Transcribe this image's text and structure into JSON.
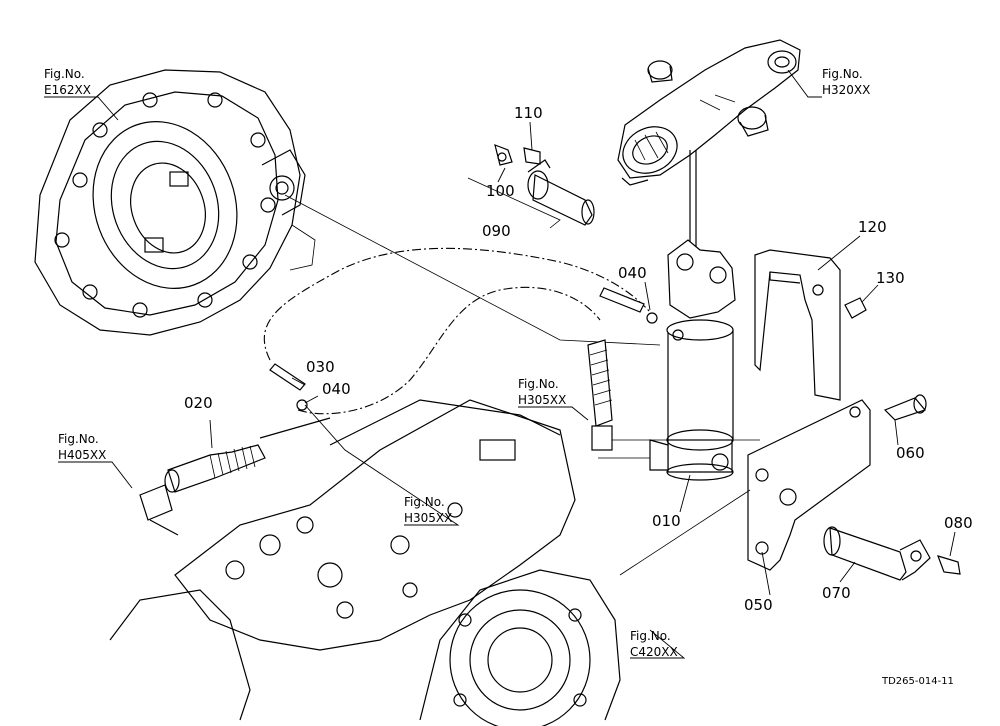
{
  "diagram": {
    "drawing_code": "TD265-014-11",
    "figure_references": [
      {
        "id": "e162",
        "prefix": "Fig.No.",
        "code": "E162XX"
      },
      {
        "id": "h320",
        "prefix": "Fig.No.",
        "code": "H320XX"
      },
      {
        "id": "h305a",
        "prefix": "Fig.No.",
        "code": "H305XX"
      },
      {
        "id": "h305b",
        "prefix": "Fig.No.",
        "code": "H305XX"
      },
      {
        "id": "h405",
        "prefix": "Fig.No.",
        "code": "H405XX"
      },
      {
        "id": "c420",
        "prefix": "Fig.No.",
        "code": "C420XX"
      }
    ],
    "part_labels": [
      "110",
      "100",
      "090",
      "040",
      "030",
      "040",
      "020",
      "010",
      "120",
      "130",
      "060",
      "050",
      "070",
      "080"
    ]
  }
}
